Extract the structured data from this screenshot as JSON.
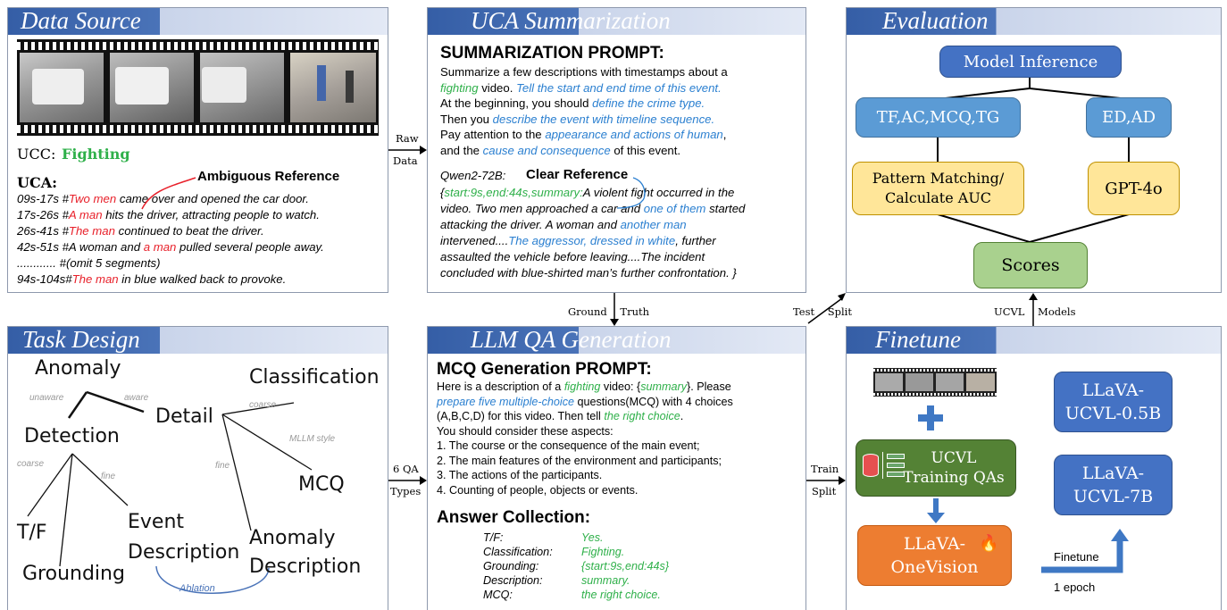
{
  "panels": {
    "data_source": "Data Source",
    "uca_summarization": "UCA Summarization",
    "evaluation": "Evaluation",
    "task_design": "Task Design",
    "llm_qa_generation": "LLM QA Generation",
    "finetune": "Finetune"
  },
  "data_source": {
    "ucc_label": "UCC:",
    "ucc_value": "Fighting",
    "uca_label": "UCA:",
    "ambiguous": "Ambiguous Reference",
    "lines": [
      {
        "t": "09s-17s  #",
        "r": "Two men",
        "rest": " came over and opened the car door."
      },
      {
        "t": "17s-26s  #",
        "r": "A man",
        "rest": " hits the driver, attracting people to watch."
      },
      {
        "t": "26s-41s  #",
        "r": "The man",
        "rest": " continued to beat the driver."
      },
      {
        "t": "42s-51s  #A woman and ",
        "r": "a man",
        "rest": " pulled several people away."
      },
      {
        "t": "............  #(omit 5 segments)",
        "r": "",
        "rest": ""
      },
      {
        "t": "94s-104s#",
        "r": "The man",
        "rest": " in blue walked back to provoke."
      }
    ]
  },
  "uca_summarization": {
    "heading": "SUMMARIZATION PROMPT:",
    "p1": "Summarize a few descriptions with timestamps about a",
    "p2a": "fighting",
    "p2b": " video. ",
    "p2c": "Tell the start and end time of this event.",
    "p3a": "At the beginning, you should ",
    "p3b": "define the crime type.",
    "p4a": "Then you ",
    "p4b": "describe the event with timeline sequence.",
    "p5a": "Pay attention to the ",
    "p5b": "appearance and actions of human",
    "p5c": ",",
    "p6a": "and the ",
    "p6b": "cause and consequence",
    "p6c": " of this event.",
    "model": "Qwen2-72B:",
    "clear": "Clear Reference",
    "o1a": "{",
    "o1b": "start:9s,end:44s,summary:",
    "o1c": "A violent fight occurred in the",
    "o2a": "video. Two men approached a car and ",
    "o2b": "one of them",
    "o2c": " started",
    "o3": "attacking the driver. A woman and ",
    "o3b": "another man",
    "o4a": "intervened....",
    "o4b": "The aggressor, dressed in white",
    "o4c": ", further",
    "o5": "assaulted the vehicle before leaving....The incident",
    "o6": "concluded with blue-shirted man’s further confrontation. }"
  },
  "evaluation": {
    "model_inference": "Model Inference",
    "tf_group": "TF,AC,MCQ,TG",
    "ed_ad": "ED,AD",
    "pattern1": "Pattern Matching/",
    "pattern2": "Calculate AUC",
    "gpt": "GPT-4o",
    "scores": "Scores"
  },
  "task_design": {
    "anomaly": "Anomaly",
    "unaware": "unaware",
    "aware": "aware",
    "detection": "Detection",
    "detail": "Detail",
    "classification": "Classification",
    "coarse1": "coarse",
    "mllm": "MLLM style",
    "fine1": "fine",
    "mcq": "MCQ",
    "coarse2": "coarse",
    "fine2": "fine",
    "tf": "T/F",
    "event1": "Event",
    "event2": "Description",
    "grounding": "Grounding",
    "anom1": "Anomaly",
    "anom2": "Description",
    "ablation": "Ablation"
  },
  "llm_qa": {
    "heading": "MCQ Generation PROMPT:",
    "l1a": "Here is a description of a ",
    "l1b": "fighting",
    "l1c": " video: {",
    "l1d": "summary",
    "l1e": "}. Please",
    "l2a": "prepare five multiple-choice",
    "l2b": " questions(MCQ) with 4 choices",
    "l3a": "(A,B,C,D)  for this video. Then tell ",
    "l3b": "the right choice",
    "l3c": ".",
    "l4": "You should consider these aspects:",
    "l5": "1. The course or the consequence of the main event;",
    "l6": "2. The main features of the environment and participants;",
    "l7": "3. The actions of the participants.",
    "l8": "4. Counting of people, objects or events.",
    "answer_heading": "Answer Collection:",
    "answers": [
      {
        "k": "T/F:",
        "v": "Yes."
      },
      {
        "k": "Classification:",
        "v": "Fighting."
      },
      {
        "k": "Grounding:",
        "v": "{start:9s,end:44s}"
      },
      {
        "k": "Description:",
        "v": "summary."
      },
      {
        "k": "MCQ:",
        "v": "the right choice."
      }
    ]
  },
  "finetune": {
    "training1": "UCVL",
    "training2": "Training QAs",
    "llava1": "LLaVA-",
    "llava2": "OneVision",
    "m05a": "LLaVA-",
    "m05b": "UCVL-0.5B",
    "m7a": "LLaVA-",
    "m7b": "UCVL-7B",
    "finetune_label": "Finetune",
    "epoch": "1 epoch"
  },
  "arrows": {
    "raw": "Raw",
    "data": "Data",
    "ground_truth": "Ground    Truth",
    "test_split": "Test    Split",
    "ucvl_models": "UCVL    Models",
    "six_qa": "6 QA",
    "types": "Types",
    "train": "Train",
    "split": "Split"
  },
  "colors": {
    "title_bar": "#355ea6",
    "blue_box": "#4472c4",
    "light_blue_box": "#5b9bd5",
    "yellow_box": "#ffe699",
    "green_box": "#a9d18e",
    "dark_green_box": "#548235",
    "orange_box": "#ed7d31"
  }
}
